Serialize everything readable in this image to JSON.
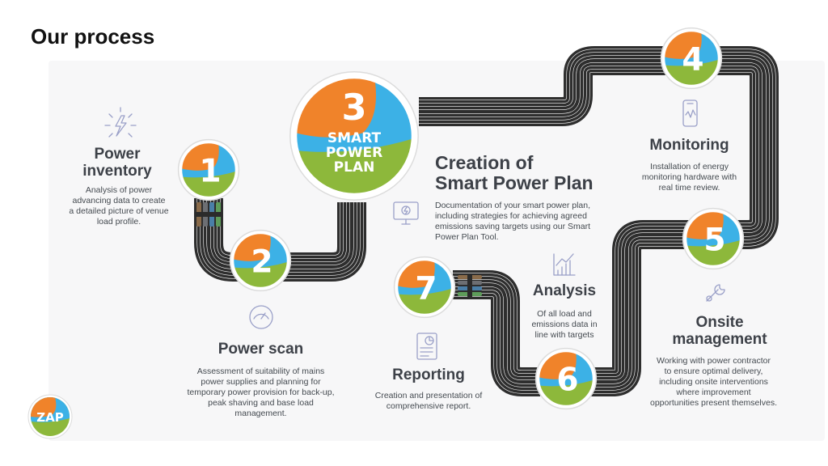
{
  "page_title": "Our process",
  "logo_text": "ZAP",
  "colors": {
    "orange": "#f0832a",
    "blue": "#3cb1e6",
    "green": "#8db83b",
    "cable": "#2e2e2e",
    "icon": "#9aa0c8"
  },
  "steps": [
    {
      "number": "1",
      "title": "Power inventory",
      "title_lines": [
        "Power",
        "inventory"
      ],
      "description": "Analysis of power advancing data to create a detailed picture of venue load profile.",
      "description_lines": [
        "Analysis of power",
        "advancing data to create",
        "a detailed picture of venue",
        "load profile."
      ],
      "icon": "lightning-icon"
    },
    {
      "number": "2",
      "title": "Power scan",
      "description": "Assessment of suitability of mains power supplies and planning for temporary power provision for back-up, peak shaving and base load management.",
      "description_lines": [
        "Assessment of suitability of mains",
        "power supplies and planning for",
        "temporary power provision for back-up,",
        "peak shaving and base load",
        "management."
      ],
      "icon": "gauge-icon"
    },
    {
      "number": "3",
      "badge_lines": [
        "SMART",
        "POWER",
        "PLAN"
      ],
      "title": "Creation of Smart Power Plan",
      "title_lines": [
        "Creation of",
        "Smart Power Plan"
      ],
      "description": "Documentation of your smart power plan, including strategies for achieving agreed emissions saving targets using our Smart Power Plan Tool.",
      "description_lines": [
        "Documentation of your smart power plan,",
        "including strategies for achieving agreed",
        "emissions saving targets using our Smart",
        "Power Plan Tool."
      ],
      "icon": "monitor-icon"
    },
    {
      "number": "4",
      "title": "Monitoring",
      "description": "Installation of energy monitoring hardware with real time review.",
      "description_lines": [
        "Installation of energy",
        "monitoring hardware with",
        "real time review."
      ],
      "icon": "phone-icon"
    },
    {
      "number": "5",
      "title": "Onsite management",
      "title_lines": [
        "Onsite",
        "management"
      ],
      "description": "Working with power contractor to ensure optimal delivery, including onsite interventions where improvement opportunities present themselves.",
      "description_lines": [
        "Working with power contractor",
        "to ensure optimal delivery,",
        "including onsite interventions",
        "where improvement",
        "opportunities present themselves."
      ],
      "icon": "wrench-icon"
    },
    {
      "number": "6",
      "title": "Analysis",
      "description": "Of all load and emissions data in line with targets",
      "description_lines": [
        "Of all load and",
        "emissions data in",
        "line with targets"
      ],
      "icon": "chart-icon"
    },
    {
      "number": "7",
      "title": "Reporting",
      "description": "Creation and presentation of comprehensive report.",
      "description_lines": [
        "Creation and presentation of",
        "comprehensive report."
      ],
      "icon": "report-icon"
    }
  ]
}
